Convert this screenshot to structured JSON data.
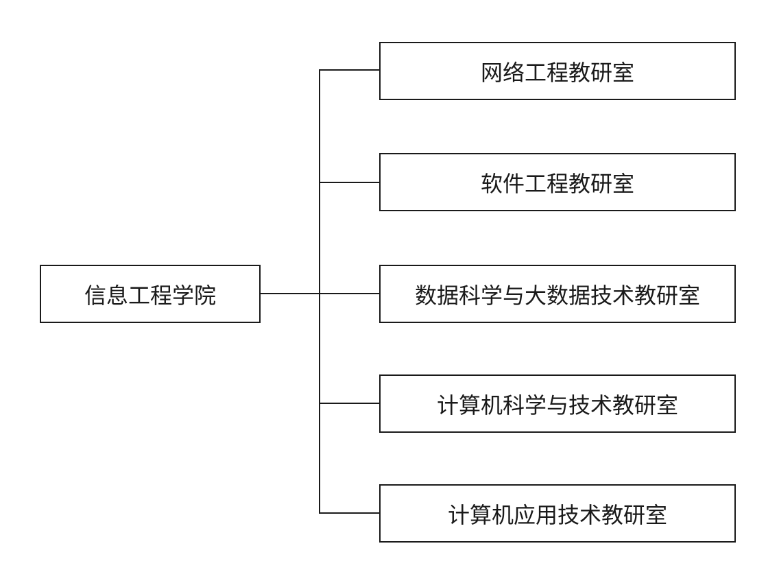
{
  "root": {
    "label": "信息工程学院"
  },
  "children": [
    {
      "label": "网络工程教研室"
    },
    {
      "label": "软件工程教研室"
    },
    {
      "label": "数据科学与大数据技术教研室"
    },
    {
      "label": "计算机科学与技术教研室"
    },
    {
      "label": "计算机应用技术教研室"
    }
  ],
  "colors": {
    "stroke": "#1a1a1a",
    "background": "#ffffff"
  }
}
